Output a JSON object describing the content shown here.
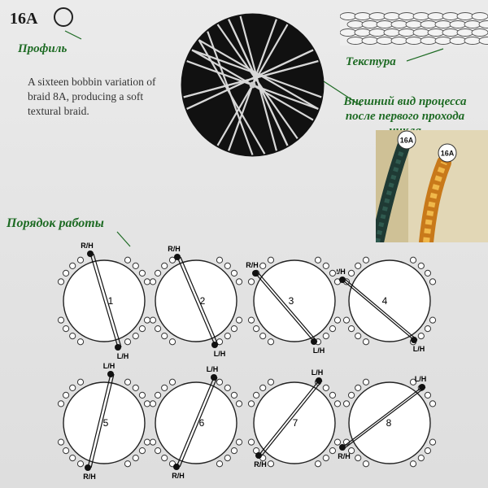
{
  "header": {
    "code": "16A",
    "description": "A sixteen bobbin variation of braid 8A, producing a soft textural braid."
  },
  "annotations": {
    "profile": "Профиль",
    "texture": "Текстура",
    "appearance_line1": "Внешний вид процесса",
    "appearance_line2": "после первого прохода",
    "appearance_line3": "цикла",
    "work_order": "Порядок работы"
  },
  "photo_tags": [
    "16A",
    "16A"
  ],
  "steps": [
    {
      "number": "1",
      "top_label": "R/H",
      "bottom_label": "L/H"
    },
    {
      "number": "2",
      "top_label": "R/H",
      "bottom_label": "L/H"
    },
    {
      "number": "3",
      "top_label": "R/H",
      "bottom_label": "L/H"
    },
    {
      "number": "4",
      "top_label": "R/H",
      "bottom_label": "L/H"
    },
    {
      "number": "5",
      "top_label": "L/H",
      "bottom_label": "R/H"
    },
    {
      "number": "6",
      "top_label": "L/H",
      "bottom_label": "R/H"
    },
    {
      "number": "7",
      "top_label": "L/H",
      "bottom_label": "R/H"
    },
    {
      "number": "8",
      "top_label": "L/H",
      "bottom_label": "R/H"
    }
  ],
  "colors": {
    "annotation": "#1e6b24",
    "disk": "#111111",
    "thread": "#dcdcdc",
    "cord_dark": "#1f3a34",
    "cord_orange": "#d98a1c"
  }
}
